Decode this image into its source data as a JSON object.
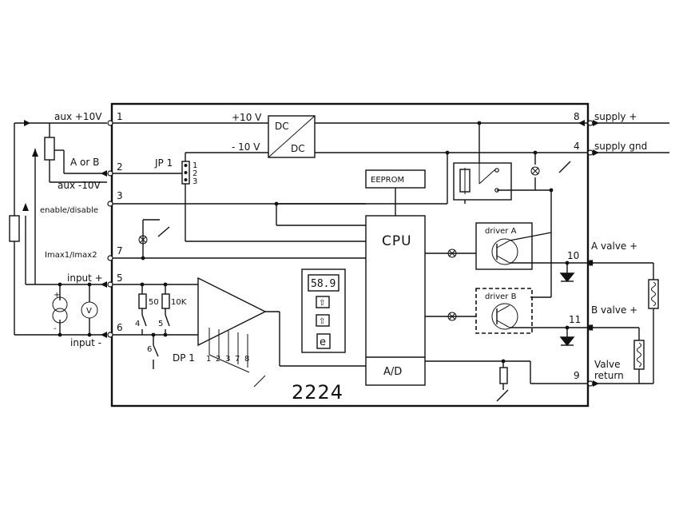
{
  "model": "2224",
  "blocks": {
    "dcdc_top": "DC",
    "dcdc_bottom": "DC",
    "eeprom": "EEPROM",
    "cpu": "CPU",
    "ad": "A/D",
    "driver_a": "driver A",
    "driver_b": "driver B",
    "jumper": "JP 1",
    "jumper_pins": [
      "1",
      "2",
      "3"
    ],
    "dip": "DP 1",
    "dip_switches": [
      "1",
      "2",
      "3",
      "7",
      "8"
    ],
    "res_50": "50",
    "res_10k": "10K",
    "sw4": "4",
    "sw5": "5",
    "sw6": "6",
    "display_value": "58.9",
    "e_button": "e"
  },
  "rails": {
    "plus10": "+10 V",
    "minus10": "- 10 V"
  },
  "left_terminals": [
    {
      "pin": "1",
      "label": "aux +10V"
    },
    {
      "pin": "2",
      "label": "A or B"
    },
    {
      "pin": "",
      "label": "aux -10V"
    },
    {
      "pin": "3",
      "label": "enable/disable"
    },
    {
      "pin": "7",
      "label": "Imax1/Imax2"
    },
    {
      "pin": "5",
      "label": "input +"
    },
    {
      "pin": "6",
      "label": "input -"
    }
  ],
  "right_terminals": [
    {
      "pin": "8",
      "label": "supply +"
    },
    {
      "pin": "4",
      "label": "supply gnd"
    },
    {
      "pin": "10",
      "label": "A valve +"
    },
    {
      "pin": "11",
      "label": "B valve +"
    },
    {
      "pin": "9",
      "label": "Valve",
      "label2": "return"
    }
  ],
  "source_marks": {
    "plus": "+",
    "minus": "-",
    "voltmeter": "V"
  }
}
